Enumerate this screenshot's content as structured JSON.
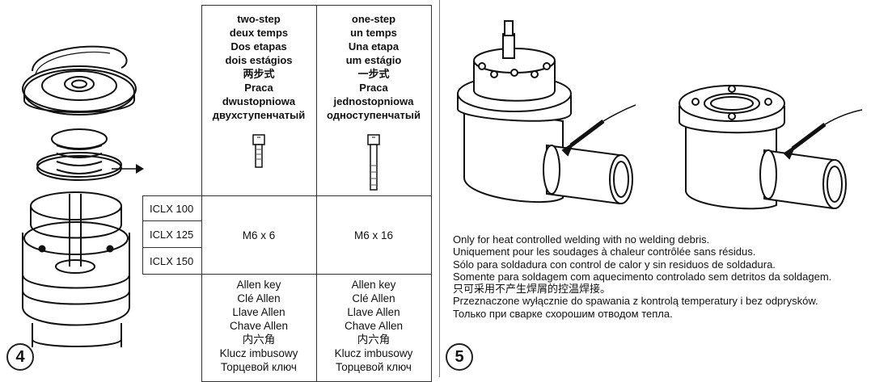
{
  "step4": {
    "number": "4"
  },
  "step5": {
    "number": "5"
  },
  "table": {
    "col1_header": [
      "two-step",
      "deux temps",
      "Dos etapas",
      "dois estágios",
      "两步式",
      "Praca",
      "dwustopniowa",
      "двухступенчатый"
    ],
    "col2_header": [
      "one-step",
      "un temps",
      "Una etapa",
      "um estágio",
      "一步式",
      "Praca",
      "jednostopniowa",
      "одноступенчатый"
    ],
    "models": [
      "ICLX 100",
      "ICLX 125",
      "ICLX 150"
    ],
    "col1_value": "M6 x 6",
    "col2_value": "M6 x 16",
    "tool_col1": [
      "Allen key",
      "Clé Allen",
      "Llave Allen",
      "Chave Allen",
      "内六角",
      "Klucz imbusowy",
      "Торцевой ключ"
    ],
    "tool_col2": [
      "Allen key",
      "Clé Allen",
      "Llave Allen",
      "Chave Allen",
      "内六角",
      "Klucz imbusowy",
      "Торцевой ключ"
    ]
  },
  "note": [
    "Only for heat controlled welding with no welding debris.",
    "Uniquement pour les soudages à chaleur contrôlée sans résidus.",
    "Sólo para soldadura con control de calor y sin residuos de soldadura.",
    "Somente para soldagem com aquecimento controlado sem detritos da soldagem.",
    "只可采用不产生焊屑的控温焊接。",
    "Przeznaczone wyłącznie do spawania z kontrolą temperatury i bez odprysków.",
    "Только при сварке схорошим отводом тепла."
  ]
}
